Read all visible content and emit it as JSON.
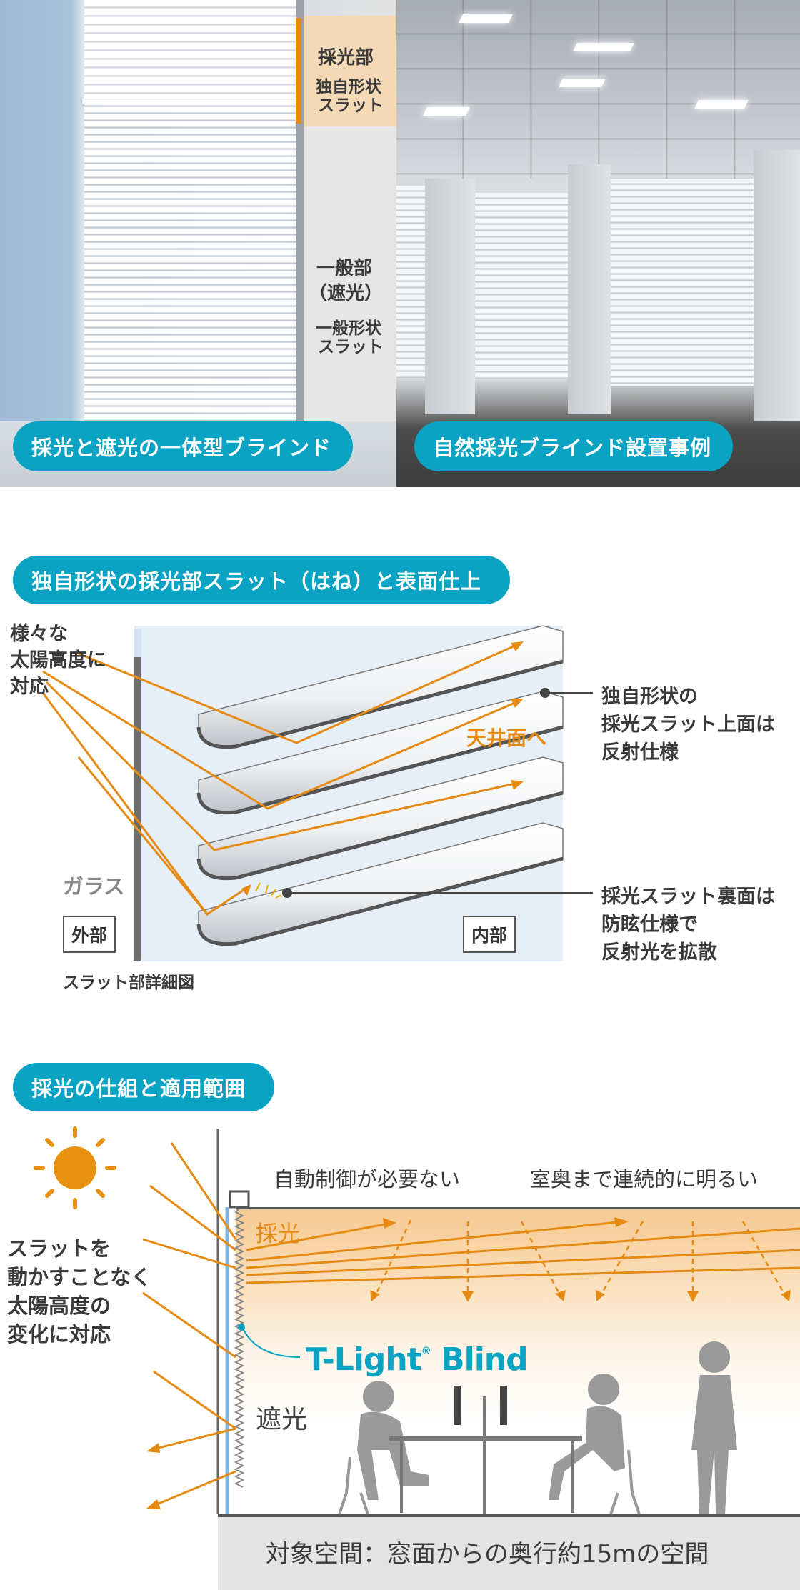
{
  "section1": {
    "left_photo": {
      "label_top_title": "採光部",
      "label_top_sub_1": "独自形状",
      "label_top_sub_2": "スラット",
      "label_mid_title_1": "一般部",
      "label_mid_title_2": "（遮光）",
      "label_mid_sub_1": "一般形状",
      "label_mid_sub_2": "スラット",
      "caption": "採光と遮光の一体型ブラインド"
    },
    "right_photo": {
      "caption": "自然採光ブラインド設置事例"
    }
  },
  "section2": {
    "heading": "独自形状の採光部スラット（はね）と表面仕上",
    "left_note_1": "様々な",
    "left_note_2": "太陽高度に",
    "left_note_3": "対応",
    "ceiling_label": "天井面へ",
    "right_note_top_1": "独自形状の",
    "right_note_top_2": "採光スラット上面は",
    "right_note_top_3": "反射仕様",
    "right_note_bottom_1": "採光スラット裏面は",
    "right_note_bottom_2": "防眩仕様で",
    "right_note_bottom_3": "反射光を拡散",
    "glass_label": "ガラス",
    "outside_label": "外部",
    "inside_label": "内部",
    "diagram_caption": "スラット部詳細図"
  },
  "section3": {
    "heading": "採光の仕組と適用範囲",
    "note_no_control": "自動制御が必要ない",
    "note_bright": "室奥まで連続的に明るい",
    "left_note_1": "スラットを",
    "left_note_2": "動かすことなく",
    "left_note_3": "太陽高度の",
    "left_note_4": "変化に対応",
    "daylight_label": "採光",
    "shade_label": "遮光",
    "product_name": "T-Light",
    "product_name_2": "Blind",
    "registered_mark": "®",
    "scope_caption": "対象空間：窓面からの奥行約15mの空間"
  },
  "colors": {
    "accent": "#0aa3c4",
    "arrow": "#e58a12",
    "sun": "#e8900f"
  }
}
